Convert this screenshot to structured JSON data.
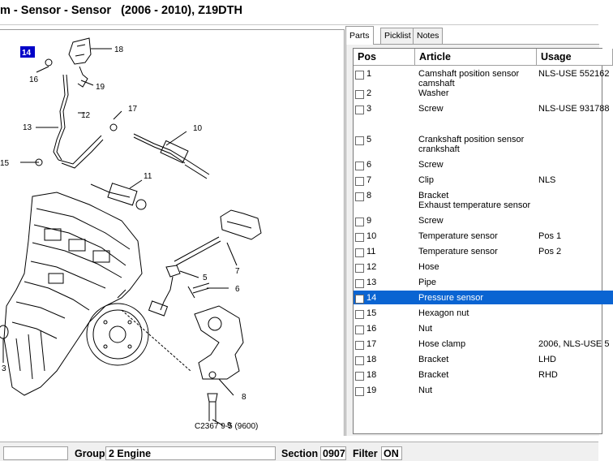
{
  "window": {
    "title": "m - Sensor - Sensor   (2006 - 2010), Z19DTH"
  },
  "tabs": [
    {
      "label": "Parts",
      "active": true
    },
    {
      "label": "Picklist",
      "active": false
    },
    {
      "label": "Notes",
      "active": false
    }
  ],
  "table": {
    "columns": [
      "Pos",
      "Article",
      "Usage"
    ],
    "rows": [
      {
        "pos": "1",
        "article": "Camshaft position sensor\ncamshaft",
        "usage": "NLS-USE 552162"
      },
      {
        "pos": "2",
        "article": "Washer",
        "usage": ""
      },
      {
        "pos": "3",
        "article": "Screw",
        "usage": "NLS-USE 931788"
      },
      {
        "pos": "5",
        "article": "Crankshaft position sensor\ncrankshaft",
        "usage": ""
      },
      {
        "pos": "6",
        "article": "Screw",
        "usage": ""
      },
      {
        "pos": "7",
        "article": "Clip",
        "usage": "NLS"
      },
      {
        "pos": "8",
        "article": "Bracket\nExhaust temperature sensor",
        "usage": ""
      },
      {
        "pos": "9",
        "article": "Screw",
        "usage": ""
      },
      {
        "pos": "10",
        "article": "Temperature sensor",
        "usage": "Pos 1"
      },
      {
        "pos": "11",
        "article": "Temperature sensor",
        "usage": "Pos 2"
      },
      {
        "pos": "12",
        "article": "Hose",
        "usage": ""
      },
      {
        "pos": "13",
        "article": "Pipe",
        "usage": ""
      },
      {
        "pos": "14",
        "article": "Pressure sensor",
        "usage": "",
        "selected": true
      },
      {
        "pos": "15",
        "article": "Hexagon nut",
        "usage": ""
      },
      {
        "pos": "16",
        "article": "Nut",
        "usage": ""
      },
      {
        "pos": "17",
        "article": "Hose clamp",
        "usage": "2006, NLS-USE 5"
      },
      {
        "pos": "18",
        "article": "Bracket",
        "usage": "LHD"
      },
      {
        "pos": "18",
        "article": "Bracket",
        "usage": "RHD"
      },
      {
        "pos": "19",
        "article": "Nut",
        "usage": ""
      }
    ]
  },
  "diagram": {
    "caption": "C2367 9-5 (9600)",
    "callouts": [
      "14",
      "18",
      "16",
      "19",
      "12",
      "17",
      "13",
      "10",
      "15",
      "11",
      "7",
      "5",
      "6",
      "8",
      "9",
      "3"
    ],
    "highlight_color": "#0000c8"
  },
  "status": {
    "group_label": "Group",
    "group_value": "2 Engine",
    "section_label": "Section",
    "section_value": "0907",
    "filter_label": "Filter",
    "filter_value": "ON"
  },
  "colors": {
    "selection": "#0a64d2"
  }
}
